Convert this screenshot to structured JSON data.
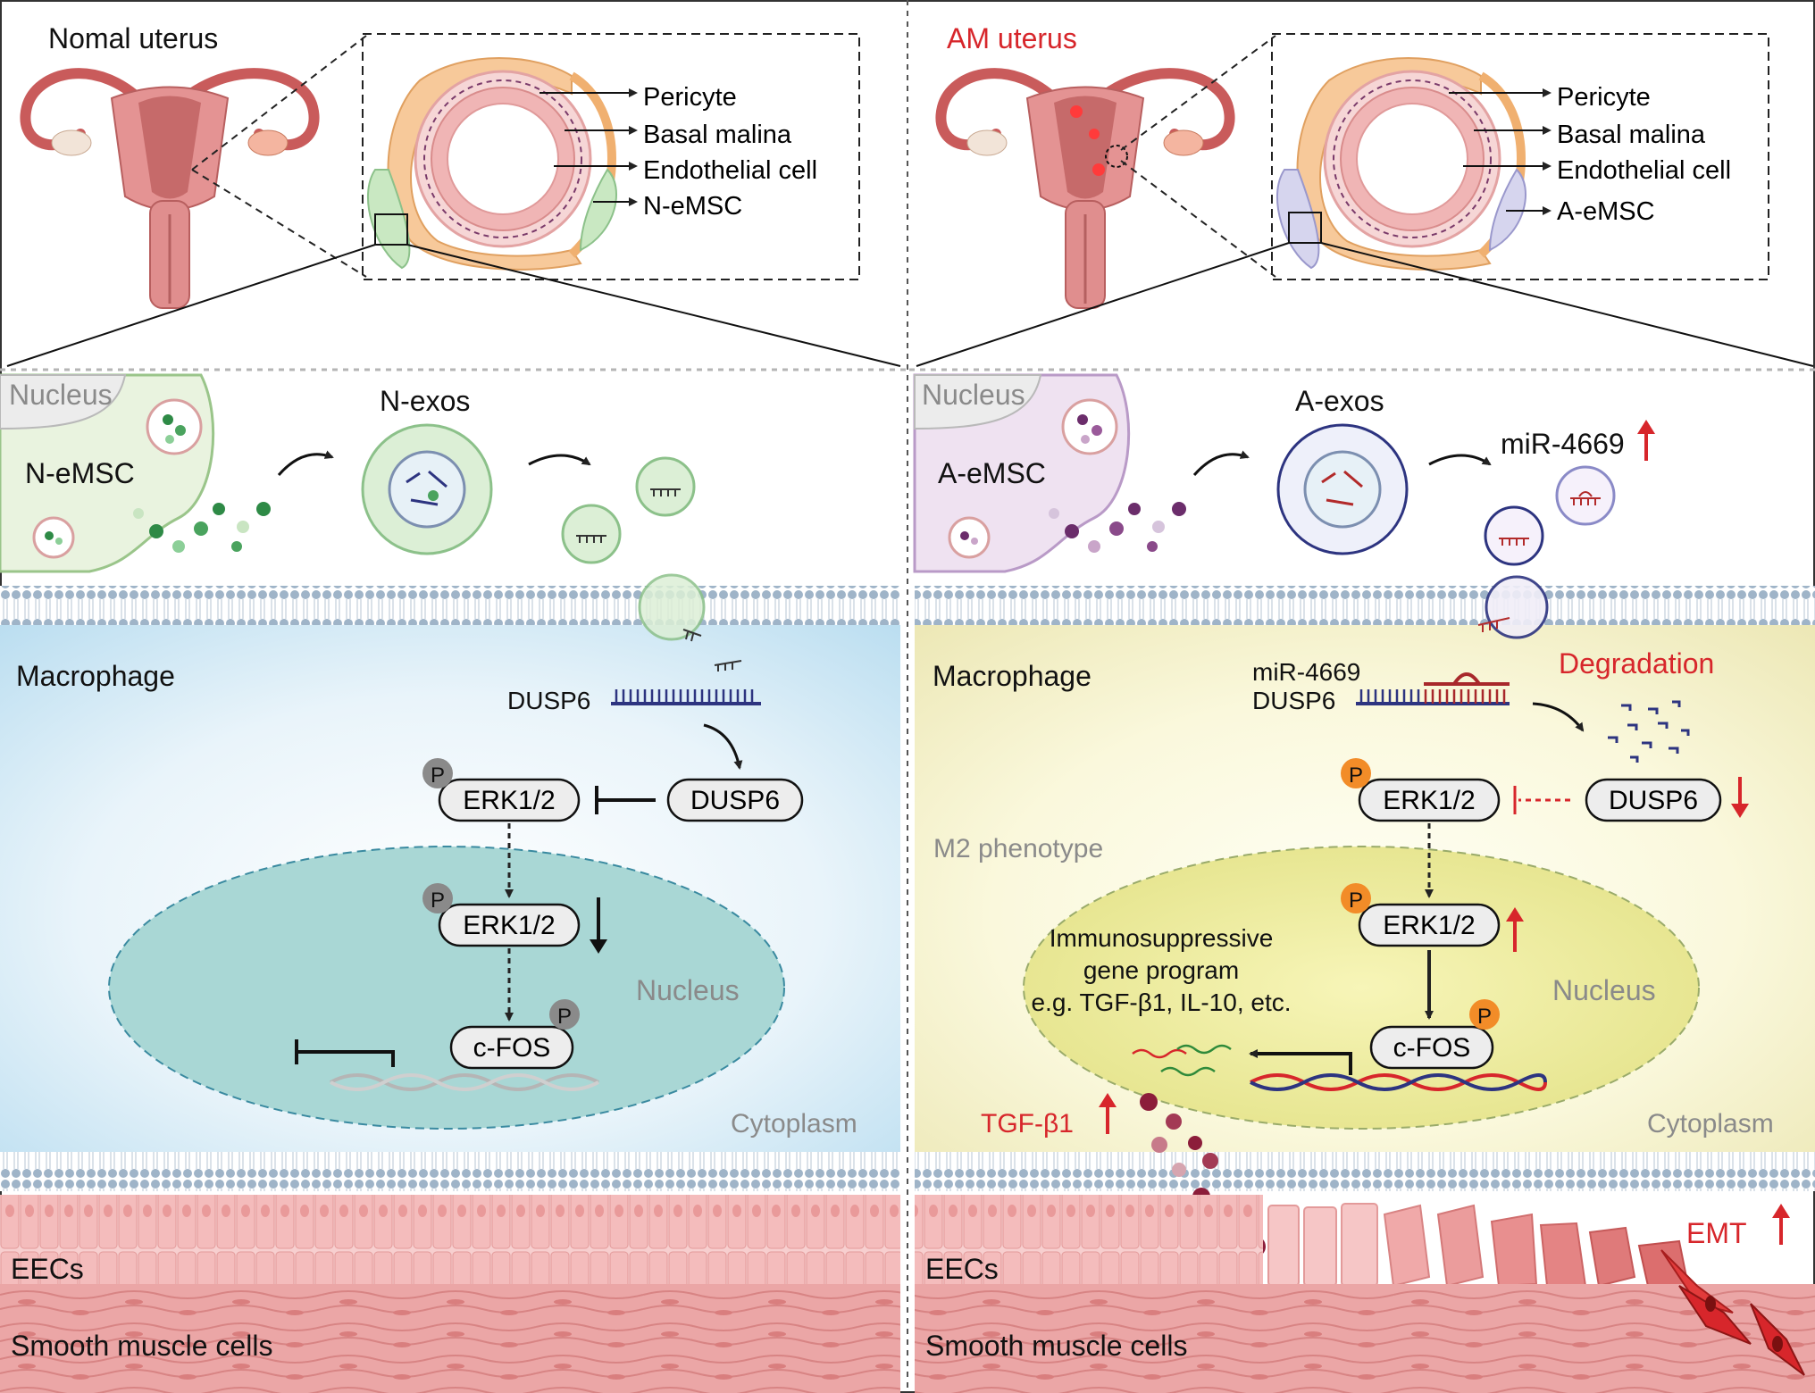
{
  "left": {
    "title": "Nomal uterus",
    "layers": [
      "Pericyte",
      "Basal malina",
      "Endothelial cell",
      "N-eMSC"
    ],
    "nucleus_top": "Nucleus",
    "cell": "N-eMSC",
    "exos": "N-exos",
    "macrophage": "Macrophage",
    "dusp6_mrna": "DUSP6",
    "dusp6": "DUSP6",
    "erk": "ERK1/2",
    "erk_nuc": "ERK1/2",
    "cfos": "c-FOS",
    "nucleus": "Nucleus",
    "cytoplasm": "Cytoplasm",
    "eecs": "EECs",
    "smooth": "Smooth muscle cells",
    "p": "P"
  },
  "right": {
    "title": "AM uterus",
    "layers": [
      "Pericyte",
      "Basal malina",
      "Endothelial cell",
      "A-eMSC"
    ],
    "nucleus_top": "Nucleus",
    "cell": "A-eMSC",
    "exos": "A-exos",
    "mir_up": "miR-4669",
    "macrophage": "Macrophage",
    "mir": "miR-4669",
    "dusp6_mrna": "DUSP6",
    "degradation": "Degradation",
    "dusp6": "DUSP6",
    "erk": "ERK1/2",
    "m2": "M2 phenotype",
    "erk_nuc": "ERK1/2",
    "program1": "Immunosuppressive",
    "program2": "gene program",
    "program3": "e.g. TGF-β1, IL-10, etc.",
    "cfos": "c-FOS",
    "nucleus": "Nucleus",
    "tgf": "TGF-β1",
    "cytoplasm": "Cytoplasm",
    "emt": "EMT",
    "eecs": "EECs",
    "smooth": "Smooth muscle cells",
    "p": "P"
  },
  "colors": {
    "accent_red": "#d7262b",
    "cyto_left": "#cfe6f3",
    "cyto_right": "#f3f0c6",
    "nucleus_left": "#a9d7d5",
    "nucleus_right": "#ecec9c",
    "dusp6_navy": "#2d3480",
    "phospho_grey": "#8a8a8a",
    "phospho_orange": "#f28c28"
  }
}
